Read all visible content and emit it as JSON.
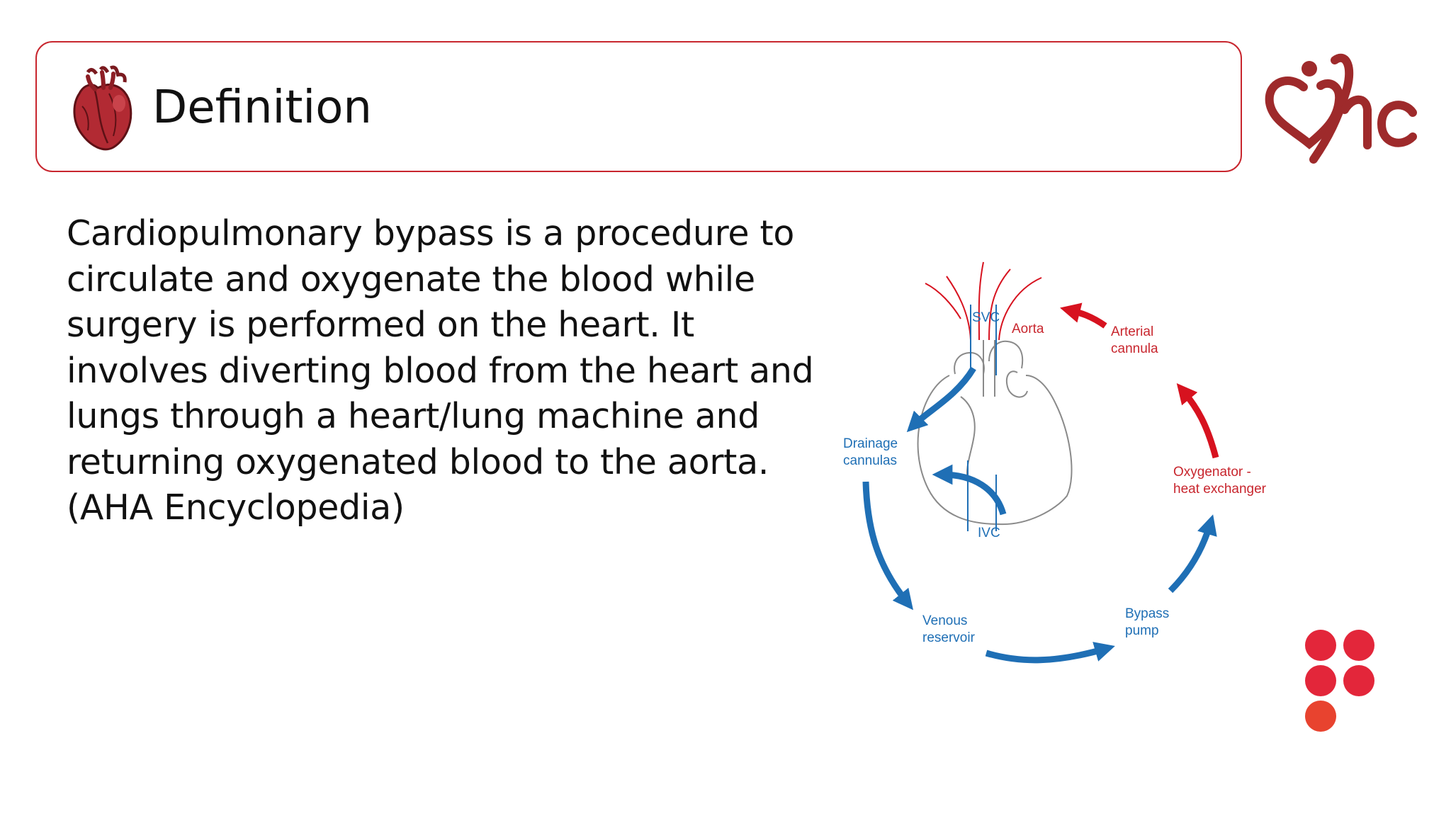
{
  "header": {
    "title": "Definition",
    "icon": "anatomical-heart-icon"
  },
  "logo": {
    "text": "ihc",
    "color": "#9e2a2b"
  },
  "body": {
    "lines": [
      "Cardiopulmonary bypass is a procedure to",
      "circulate and oxygenate the blood while",
      "surgery is performed on the heart. It",
      "involves diverting blood from the heart and",
      "lungs through a heart/lung machine and",
      "returning oxygenated blood to the aorta.",
      "(AHA Encyclopedia)"
    ]
  },
  "diagram": {
    "labels": {
      "svc": "SVC",
      "aorta": "Aorta",
      "arterial_1": "Arterial",
      "arterial_2": "cannula",
      "drainage_1": "Drainage",
      "drainage_2": "cannulas",
      "oxygenator_1": "Oxygenator -",
      "oxygenator_2": "heat exchanger",
      "ivc": "IVC",
      "venous_1": "Venous",
      "venous_2": "reservoir",
      "bypass_1": "Bypass",
      "bypass_2": "pump"
    },
    "colors": {
      "venous": "#1f6fb5",
      "arterial": "#d7121f",
      "outline": "#8a8a8a"
    }
  },
  "decoration": {
    "dots_color": "#e3263a",
    "dots_count": 5
  }
}
